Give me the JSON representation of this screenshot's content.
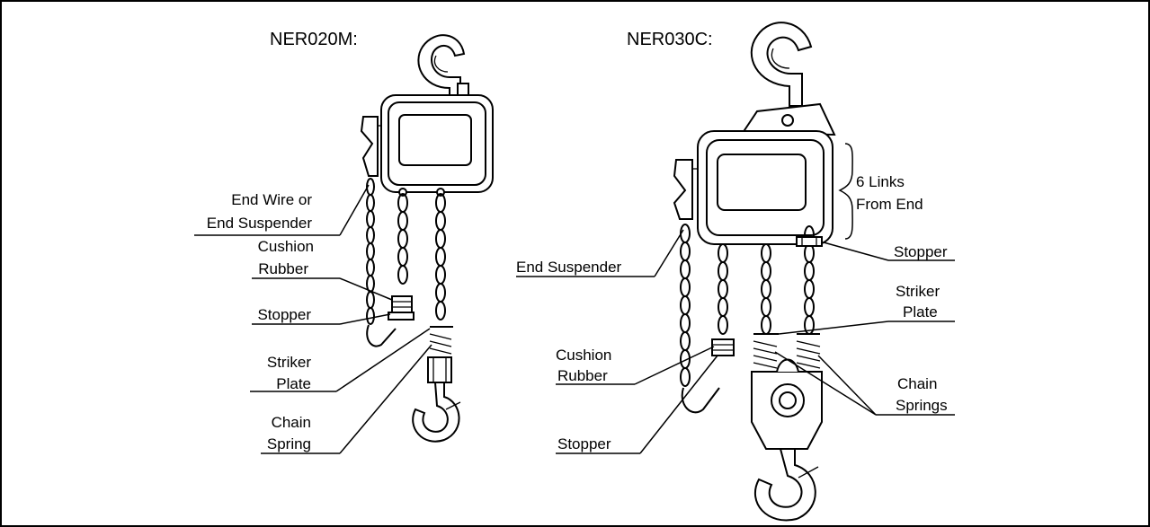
{
  "left_hoist": {
    "title": "NER020M:",
    "labels": {
      "end_wire_line1": "End Wire or",
      "end_wire_line2": "End Suspender",
      "cushion_line1": "Cushion",
      "cushion_line2": "Rubber",
      "stopper": "Stopper",
      "striker_line1": "Striker",
      "striker_line2": "Plate",
      "spring_line1": "Chain",
      "spring_line2": "Spring"
    }
  },
  "right_hoist": {
    "title": "NER030C:",
    "labels": {
      "links_line1": "6 Links",
      "links_line2": "From End",
      "stopper_top": "Stopper",
      "end_suspender": "End Suspender",
      "striker_line1": "Striker",
      "striker_line2": "Plate",
      "cushion_line1": "Cushion",
      "cushion_line2": "Rubber",
      "springs_line1": "Chain",
      "springs_line2": "Springs",
      "stopper_bottom": "Stopper"
    }
  }
}
